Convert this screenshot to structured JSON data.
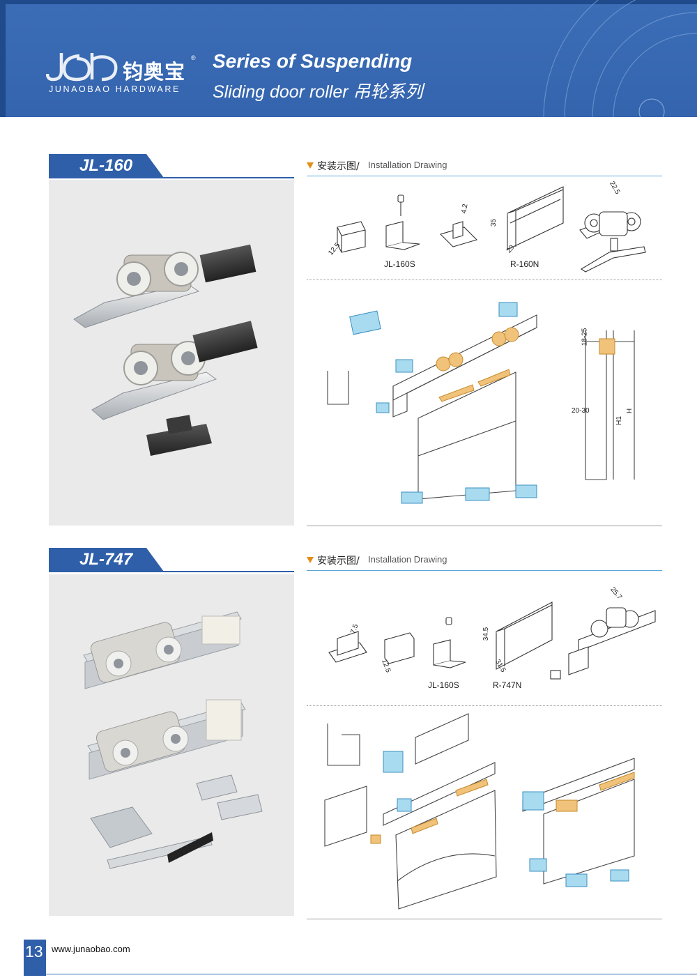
{
  "header": {
    "brand_cn": "钧奥宝",
    "brand_reg": "®",
    "brand_en": "JUNAOBAO HARDWARE",
    "title_line1": "Series of Suspending",
    "title_line2": "Sliding door roller 吊轮系列",
    "colors": {
      "header_blue": "#3464ae",
      "accent_orange": "#e38c16",
      "parts_blue": "#5ab4e0",
      "parts_orange": "#e8a94a"
    }
  },
  "sections": [
    {
      "model": "JL-160",
      "installation_cn": "安装示图/",
      "installation_en": "Installation Drawing",
      "parts": [
        "JL-160S",
        "R-160N"
      ],
      "dimensions": [
        "12.5",
        "4.2",
        "35",
        "29",
        "22.5",
        "18-25",
        "20-30",
        "H1",
        "H"
      ]
    },
    {
      "model": "JL-747",
      "installation_cn": "安装示图/",
      "installation_en": "Installation Drawing",
      "parts": [
        "JL-160S",
        "R-747N"
      ],
      "dimensions": [
        "7.5",
        "12.5",
        "34.5",
        "31.5",
        "25.7"
      ]
    }
  ],
  "footer": {
    "page_number": "13",
    "website": "www.junaobao.com"
  }
}
